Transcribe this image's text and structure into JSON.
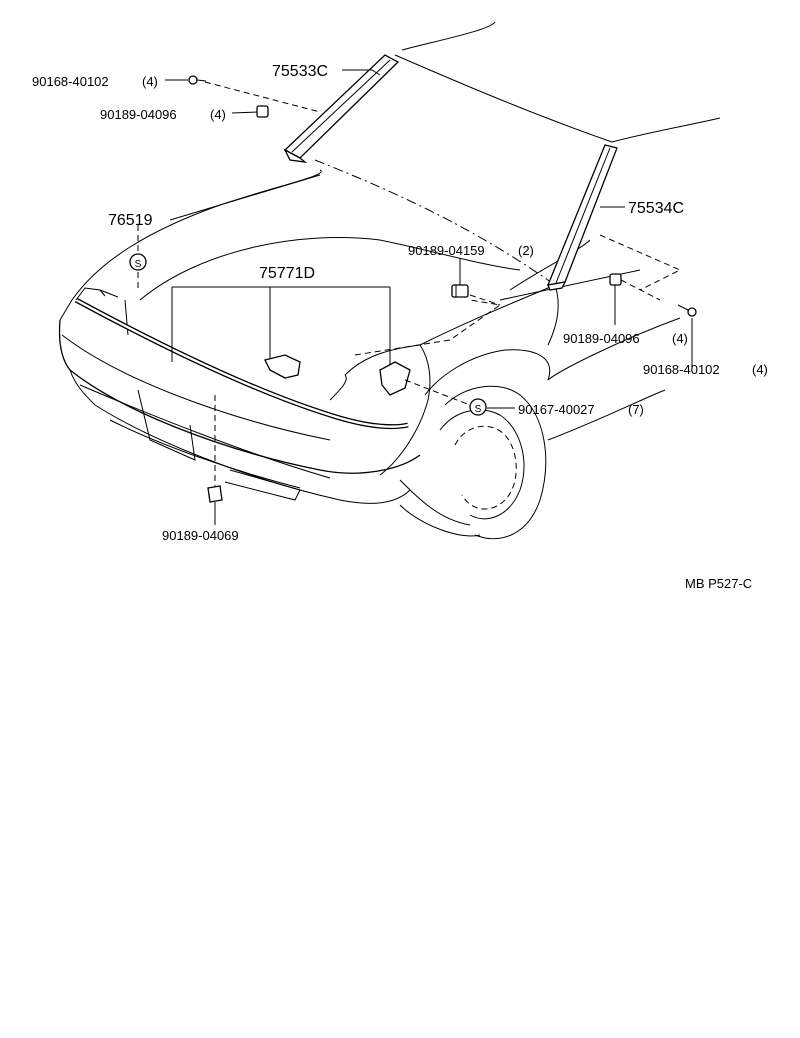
{
  "labels": {
    "p75533c": "75533C",
    "p75534c": "75534C",
    "p76519": "76519",
    "p75771d": "75771D",
    "p90168_l": "90168-40102",
    "p90168_l_qty": "(4)",
    "p90189_04096_l": "90189-04096",
    "p90189_04096_l_qty": "(4)",
    "p90189_04159": "90189-04159",
    "p90189_04159_qty": "(2)",
    "p90189_04096_r": "90189-04096",
    "p90189_04096_r_qty": "(4)",
    "p90168_r": "90168-40102",
    "p90168_r_qty": "(4)",
    "p90167": "90167-40027",
    "p90167_qty": "(7)",
    "p90189_04069": "90189-04069",
    "ref_code": "MB P527-C",
    "s_marker": "S"
  }
}
